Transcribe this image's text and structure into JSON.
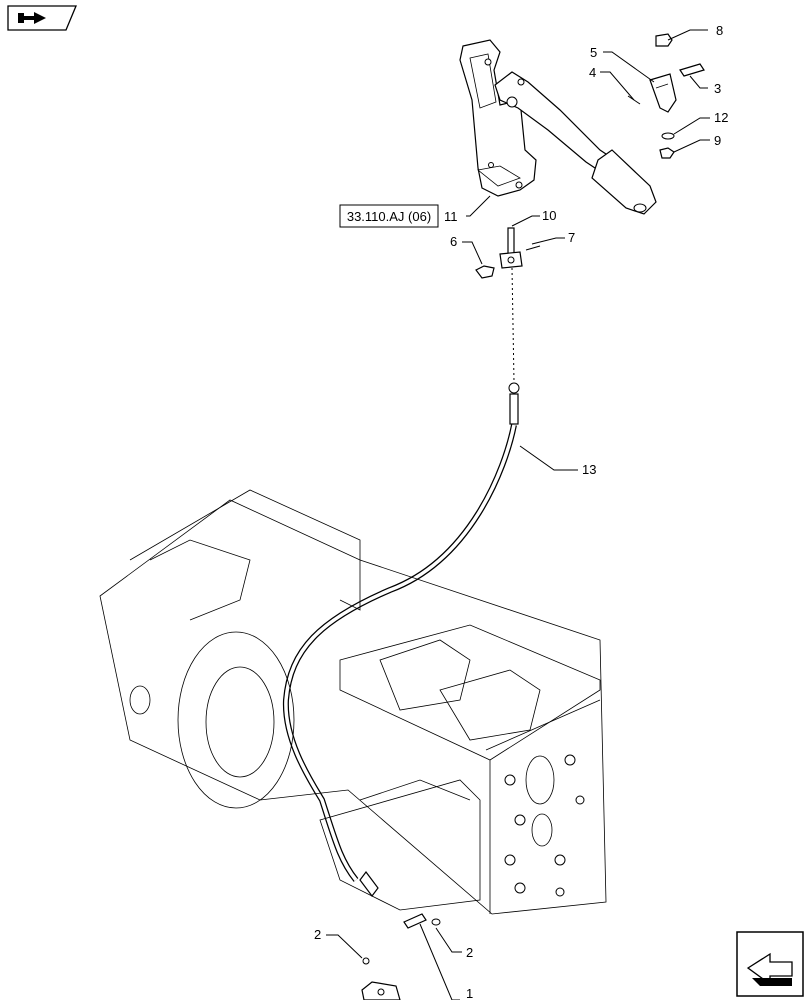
{
  "reference_box": {
    "text": "33.110.AJ (06)"
  },
  "callouts": {
    "c1": "1",
    "c2a": "2",
    "c2b": "2",
    "c3": "3",
    "c4": "4",
    "c5": "5",
    "c6": "6",
    "c7": "7",
    "c8": "8",
    "c9": "9",
    "c10": "10",
    "c11": "11",
    "c12": "12",
    "c13": "13"
  },
  "icons": {
    "top_left": "navigation-hand-arrow-icon",
    "bottom_right": "next-page-arrow-icon"
  }
}
